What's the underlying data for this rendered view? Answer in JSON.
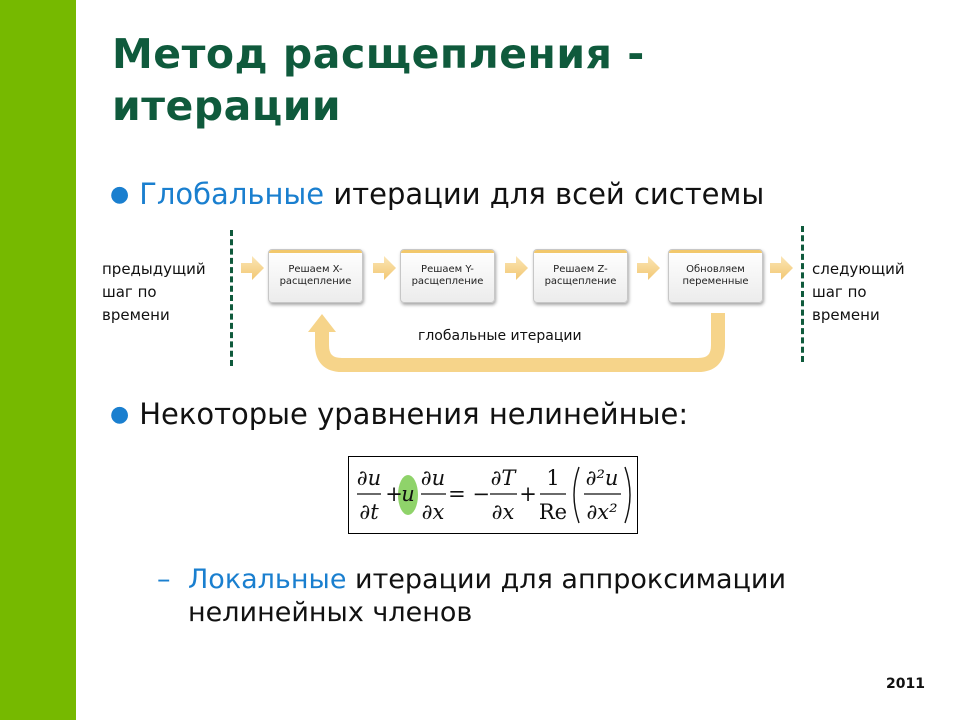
{
  "colors": {
    "accent_bar": "#76b900",
    "title": "#0f5a3c",
    "highlight": "#1a7fcf",
    "arrow": "#f6d48a"
  },
  "slide": {
    "title_line1": "Метод расщепления -",
    "title_line2": "итерации",
    "bullet1": {
      "highlight": "Глобальные",
      "rest": "итерации для всей системы"
    },
    "bullet2": {
      "text": "Некоторые уравнения нелинейные:"
    },
    "sub_bullet": {
      "dash": "–",
      "highlight": "Локальные",
      "rest": "итерации для аппроксимации",
      "line2": "нелинейных членов"
    },
    "year": "2011"
  },
  "diagram": {
    "left_label": [
      "предыдущий",
      "шаг по",
      "времени"
    ],
    "right_label": [
      "следующий",
      "шаг по",
      "времени"
    ],
    "steps": [
      {
        "line1": "Решаем X-",
        "line2": "расщепление"
      },
      {
        "line1": "Решаем Y-",
        "line2": "расщепление"
      },
      {
        "line1": "Решаем Z-",
        "line2": "расщепление"
      },
      {
        "line1": "Обновляем",
        "line2": "переменные"
      }
    ],
    "loop_label": "глобальные итерации"
  },
  "formula": {
    "lhs1_num": "∂u",
    "lhs1_den": "∂t",
    "plus1": "+",
    "coef": "u",
    "lhs2_num": "∂u",
    "lhs2_den": "∂x",
    "equals": "= −",
    "rhs1_num": "∂T",
    "rhs1_den": "∂x",
    "plus2": "+",
    "rhs2_num": "1",
    "rhs2_den": "Re",
    "rhs3_num": "∂²u",
    "rhs3_den": "∂x²"
  }
}
